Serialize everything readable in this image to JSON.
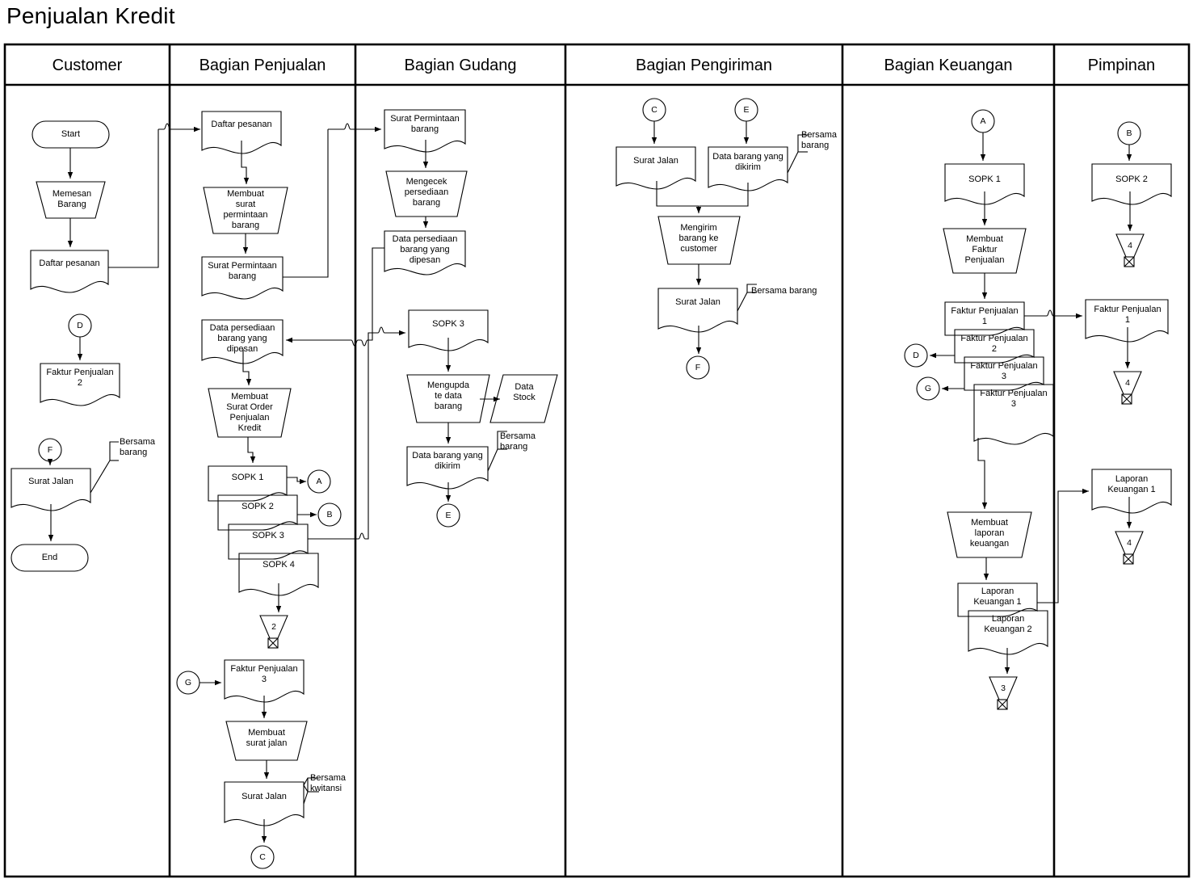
{
  "title": "Penjualan Kredit",
  "columns": [
    {
      "id": "customer",
      "label": "Customer"
    },
    {
      "id": "bagian-penjualan",
      "label": "Bagian Penjualan"
    },
    {
      "id": "bagian-gudang",
      "label": "Bagian Gudang"
    },
    {
      "id": "bagian-pengiriman",
      "label": "Bagian Pengiriman"
    },
    {
      "id": "bagian-keuangan",
      "label": "Bagian Keuangan"
    },
    {
      "id": "pimpinan",
      "label": "Pimpinan"
    }
  ],
  "nodes": {
    "cust_start": "Start",
    "cust_memesan": "Memesan\nBarang",
    "cust_daftar": "Daftar pesanan",
    "cust_conn_d": "D",
    "cust_faktur2": "Faktur Penjualan\n2",
    "cust_conn_f": "F",
    "cust_surat_jalan": "Surat Jalan",
    "cust_note_bersama": "Bersama\nbarang",
    "cust_end": "End",
    "pj_daftar": "Daftar pesanan",
    "pj_membuat_surat": "Membuat\nsurat\npermintaan\nbarang",
    "pj_surat_permintaan": "Surat Permintaan\nbarang",
    "pj_data_persediaan": "Data persediaan\nbarang yang\ndipesan",
    "pj_membuat_sopk": "Membuat\nSurat Order\nPenjualan\nKredit",
    "pj_sopk1": "SOPK 1",
    "pj_sopk2": "SOPK 2",
    "pj_sopk3": "SOPK 3",
    "pj_sopk4": "SOPK 4",
    "pj_conn_a": "A",
    "pj_conn_b": "B",
    "pj_arch2": "2",
    "pj_conn_g": "G",
    "pj_faktur3": "Faktur Penjualan\n3",
    "pj_membuat_sj": "Membuat\nsurat jalan",
    "pj_surat_jalan": "Surat Jalan",
    "pj_note_kwitansi": "Bersama\nkwitansi",
    "pj_conn_c": "C",
    "gd_surat_permintaan": "Surat Permintaan\nbarang",
    "gd_mengecek": "Mengecek\npersediaan\nbarang",
    "gd_data_persediaan": "Data persediaan\nbarang yang\ndipesan",
    "gd_sopk3": "SOPK 3",
    "gd_mengupdate": "Mengupda\nte data\nbarang",
    "gd_data_stock": "Data\nStock",
    "gd_data_barang": "Data barang yang\ndikirim",
    "gd_note_bersama": "Bersama\nbarang",
    "gd_conn_e": "E",
    "pg_conn_c": "C",
    "pg_conn_e": "E",
    "pg_surat_jalan": "Surat Jalan",
    "pg_data_barang": "Data barang yang\ndikirim",
    "pg_note_bersama_top": "Bersama\nbarang",
    "pg_mengirim": "Mengirim\nbarang ke\ncustomer",
    "pg_surat_jalan2": "Surat Jalan",
    "pg_note_bersama_bot": "Bersama barang",
    "pg_conn_f": "F",
    "kg_conn_a": "A",
    "kg_sopk1": "SOPK 1",
    "kg_membuat_faktur": "Membuat\nFaktur\nPenjualan",
    "kg_faktur1": "Faktur Penjualan\n1",
    "kg_faktur2": "Faktur Penjualan\n2",
    "kg_faktur3a": "Faktur Penjualan\n3",
    "kg_faktur3b": "Faktur Penjualan\n3",
    "kg_conn_d": "D",
    "kg_conn_g": "G",
    "kg_membuat_laporan": "Membuat\nlaporan\nkeuangan",
    "kg_laporan1": "Laporan\nKeuangan 1",
    "kg_laporan2": "Laporan\nKeuangan 2",
    "kg_arch3": "3",
    "pm_conn_b": "B",
    "pm_sopk2": "SOPK 2",
    "pm_arch4a": "4",
    "pm_faktur1": "Faktur Penjualan\n1",
    "pm_arch4b": "4",
    "pm_laporan1": "Laporan\nKeuangan 1",
    "pm_arch4c": "4"
  },
  "colors": {
    "stroke": "#000000",
    "fill": "#ffffff",
    "frame": "#000000"
  }
}
